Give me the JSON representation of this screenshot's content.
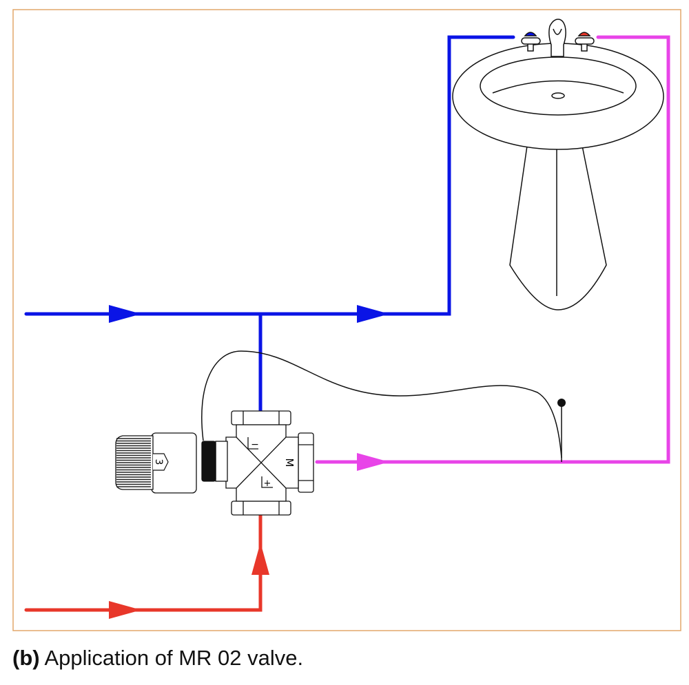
{
  "caption": {
    "label": "(b)",
    "text": "Application of MR 02 valve."
  },
  "valve": {
    "minus_label": "−",
    "plus_label": "+",
    "mix_label": "M",
    "thermostat_setting": "3"
  },
  "colors": {
    "frame": "#e2a76a",
    "cold_water": "#0a14e6",
    "hot_water": "#e8372a",
    "mixed_water": "#e844e8",
    "line": "#111111"
  },
  "icons": {
    "flow_arrow": "triangle-arrow",
    "sensor": "sensor-bulb",
    "sink": "washbasin",
    "valve": "mixing-valve",
    "thermostat": "thermostatic-head"
  }
}
